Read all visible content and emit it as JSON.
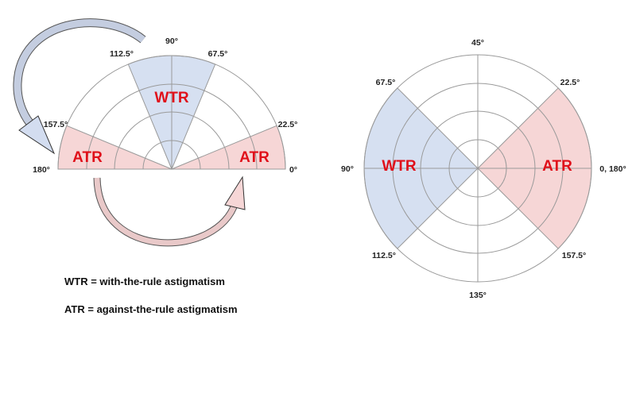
{
  "colors": {
    "wtr_fill": "#d6e0f1",
    "atr_fill": "#f6d6d6",
    "label_red": "#e0101a",
    "grid": "#9a9a9a"
  },
  "left_diagram": {
    "angle_labels": {
      "a90": "90°",
      "a112": "112.5°",
      "a67": "67.5°",
      "a157": "157.5°",
      "a22": "22.5°",
      "a180": "180°",
      "a0": "0°"
    },
    "wtr_label": "WTR",
    "atr_label_left": "ATR",
    "atr_label_right": "ATR",
    "arrows": [
      "blue-curved-arrow",
      "pink-curved-arrow"
    ]
  },
  "right_diagram": {
    "angle_labels": {
      "a45": "45°",
      "a67": "67.5°",
      "a22": "22.5°",
      "a90": "90°",
      "a0_180": "0, 180°",
      "a112": "112.5°",
      "a157": "157.5°",
      "a135": "135°"
    },
    "wtr_label": "WTR",
    "atr_label": "ATR"
  },
  "legend": {
    "wtr": "WTR = with-the-rule astigmatism",
    "atr": "ATR = against-the-rule astigmatism"
  }
}
